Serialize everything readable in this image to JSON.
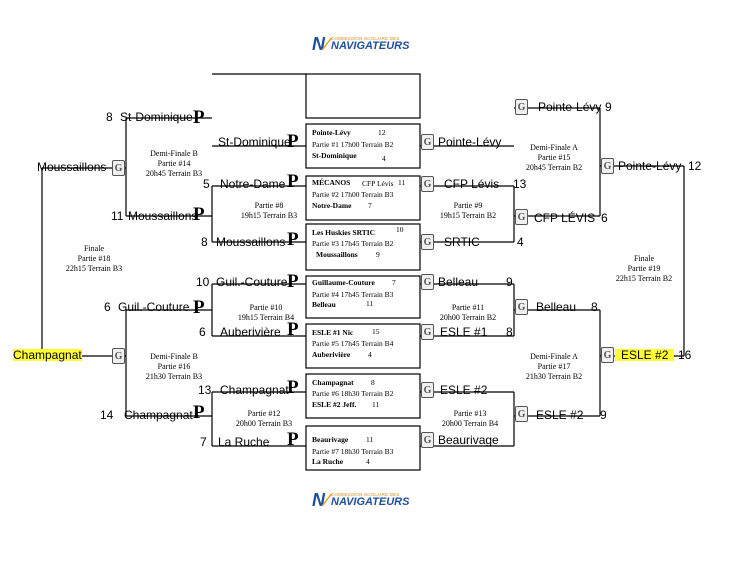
{
  "logo": {
    "top_text": "COMMISSION SCOLAIRE DES",
    "main_text": "NAVIGATEURS"
  },
  "games": [
    {
      "home": "Pointe-Lévy",
      "home_score": "12",
      "line": "Partie #1 17h00 Terrain B2",
      "away": "St-Dominique",
      "away_score": "4"
    },
    {
      "home": "MÉCANOS",
      "home_extra": "CFP Lévis",
      "home_score": "11",
      "line": "Partie #2 17h00 Terrain B3",
      "away": "Notre-Dame",
      "away_score": "7"
    },
    {
      "home": "Les Huskies SRTIC",
      "home_score": "10",
      "line": "Partie #3 17h45 Terrain B2",
      "away": "Moussaillons",
      "away_score": "9"
    },
    {
      "home": "Guillaume-Couture",
      "home_score": "7",
      "line": "Partie #4 17h45 Terrain B3",
      "away": "Belleau",
      "away_score": "11"
    },
    {
      "home": "ESLE #1 Nic",
      "home_score": "15",
      "line": "Partie #5 17h45 Terrain B4",
      "away": "Auberivière",
      "away_score": "4"
    },
    {
      "home": "Champagnat",
      "home_score": "8",
      "line": "Partie #6 18h30 Terrain B2",
      "away": "ESLE #2  Jeff.",
      "away_score": "11"
    },
    {
      "home": "Beaurivage",
      "home_score": "11",
      "line": "Partie #7 18h30 Terrain B3",
      "away": "La Ruche",
      "away_score": "4"
    }
  ],
  "left_r1": [
    {
      "team": "St-Dominique",
      "score": ""
    },
    {
      "team": "Notre-Dame",
      "score": "5"
    },
    {
      "team": "Moussaillons",
      "score": "8"
    },
    {
      "team": "Guil.-Couture",
      "score": "10"
    },
    {
      "team": "Auberivière",
      "score": "6"
    },
    {
      "team": "Champagnat",
      "score": "13"
    },
    {
      "team": "La Ruche",
      "score": "7"
    }
  ],
  "right_r1": [
    {
      "team": "Pointe-Lévy",
      "score": ""
    },
    {
      "team": "CFP Lévis",
      "score": "13"
    },
    {
      "team": "SRTIC",
      "score": "4"
    },
    {
      "team": "Belleau",
      "score": "9"
    },
    {
      "team": "ESLE #1",
      "score": "8"
    },
    {
      "team": "ESLE #2",
      "score": ""
    },
    {
      "team": "Beaurivage",
      "score": ""
    }
  ],
  "left_r2": [
    {
      "team": "St-Dominique",
      "score": "8"
    },
    {
      "team": "Moussaillons",
      "score": "11"
    },
    {
      "team": "Guil.-Couture",
      "score": "6"
    },
    {
      "team": "Champagnat",
      "score": "14"
    }
  ],
  "right_r2": [
    {
      "team": "Pointe-Lévy",
      "score": "9"
    },
    {
      "team": "CFP LÉVIS",
      "score": "6"
    },
    {
      "team": "Belleau",
      "score": "8"
    },
    {
      "team": "ESLE #2",
      "score": "9"
    }
  ],
  "left_r3": [
    {
      "team": "Moussaillons",
      "score": ""
    },
    {
      "team": "Champagnat",
      "score": ""
    }
  ],
  "right_r3": [
    {
      "team": "Pointe-Lévy",
      "score": "12"
    },
    {
      "team": "ESLE #2",
      "score": "16"
    }
  ],
  "labels": {
    "p8": [
      "Partie #8",
      "19h15 Terrain B3"
    ],
    "p9": [
      "Partie #9",
      "19h15 Terrain B2"
    ],
    "p10": [
      "Partie #10",
      "19h15 Terrain B4"
    ],
    "p11": [
      "Partie #11",
      "20h00 Terrain B2"
    ],
    "p12": [
      "Partie #12",
      "20h00 Terrain B3"
    ],
    "p13": [
      "Partie #13",
      "20h00 Terrain B4"
    ],
    "p14": [
      "Demi-Finale B",
      "Partie #14",
      "20h45 Terrain B3"
    ],
    "p15": [
      "Demi-Finale A",
      "Partie #15",
      "20h45 Terrain B2"
    ],
    "p16": [
      "Demi-Finale B",
      "Partie #16",
      "21h30 Terrain B3"
    ],
    "p17": [
      "Demi-Finale A",
      "Partie #17",
      "21h30 Terrain B2"
    ],
    "p18": [
      "Finale",
      "Partie #18",
      "22h15 Terrain B3"
    ],
    "p19": [
      "Finale",
      "Partie #19",
      "22h15 Terrain B2"
    ]
  },
  "highlight_color": "#ffff33",
  "icons": {
    "left": "p-icon",
    "right": "g-icon"
  }
}
